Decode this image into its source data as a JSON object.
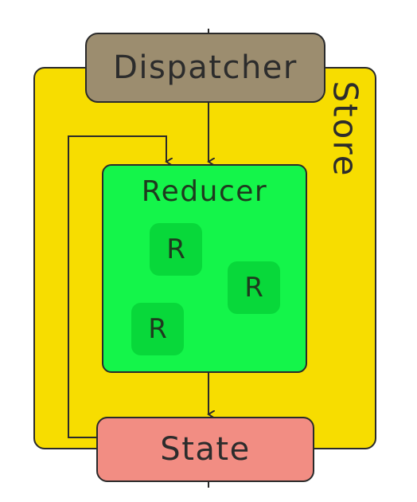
{
  "diagram": {
    "store_label": "Store",
    "dispatcher_label": "Dispatcher",
    "reducer_label": "Reducer",
    "reducer_children": [
      "R",
      "R",
      "R"
    ],
    "state_label": "State"
  },
  "colors": {
    "store": "#f7dd00",
    "dispatcher": "#9c8d6f",
    "reducer": "#14f54a",
    "reducer_child": "#08d83a",
    "state": "#f28d83",
    "stroke": "#2a2a2a"
  }
}
